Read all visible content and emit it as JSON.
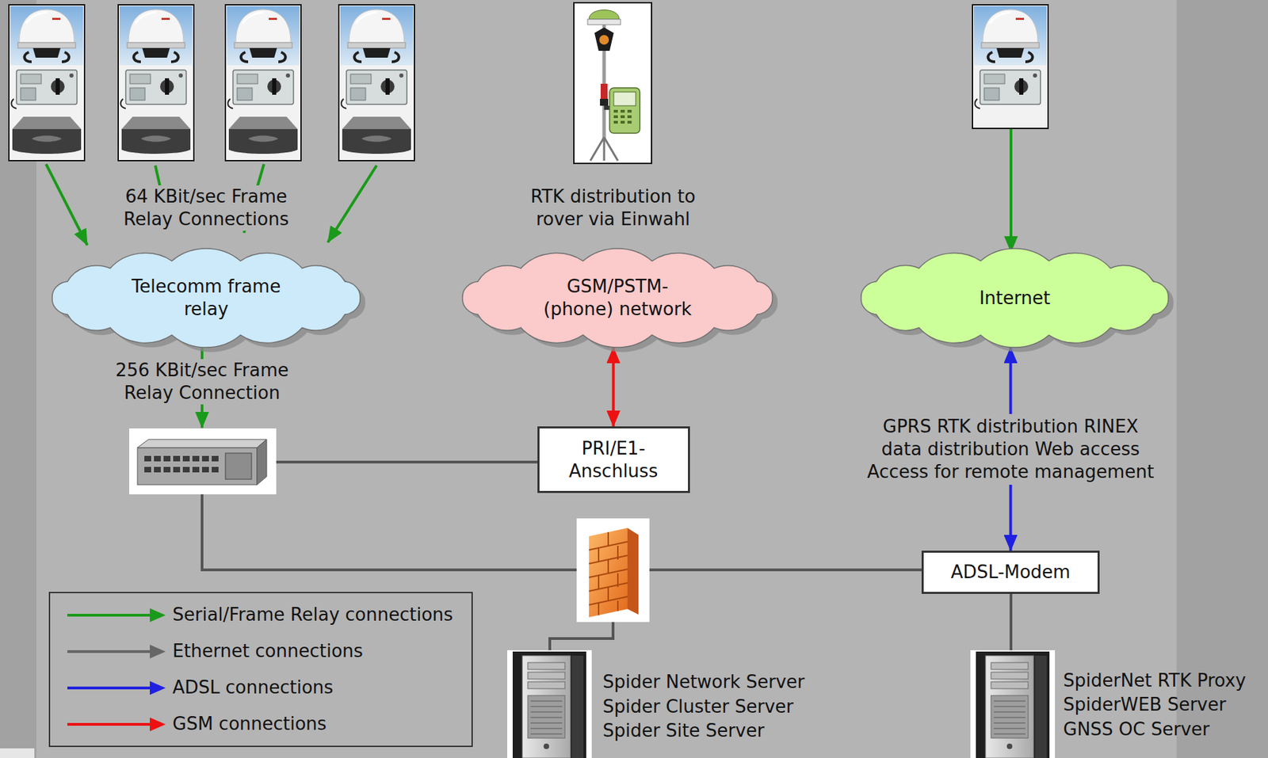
{
  "diagram": {
    "nodes": [
      {
        "text": [
          "Telecomm frame relay"
        ]
      },
      {
        "text": [
          "GSM/PSTM- (phone) network"
        ]
      },
      {
        "text": [
          "Internet"
        ]
      },
      {
        "text": [
          "PRI/E1- Anschluss"
        ]
      },
      {
        "text": [
          "ADSL-Modem"
        ]
      }
    ],
    "edges": [
      {
        "from": 1,
        "to": 3,
        "arrow": "both"
      },
      {
        "from": 2,
        "to": 4,
        "arrow": "both",
        "label": "GPRS RTK distribution RINEX data distribution Web access Access for remote management"
      }
    ],
    "labels": [
      "64 KBit/sec Frame Relay Connections",
      "RTK distribution to rover via Einwahl",
      "256 KBit/sec Frame Relay Connection",
      "Spider Network Server",
      "Spider Cluster Server",
      "Spider Site Server",
      "SpiderNet RTK Proxy",
      "SpiderWEB Server",
      "GNSS OC Server"
    ],
    "legend": [
      {
        "text": "Serial/Frame Relay connections",
        "color": "#1a9a1a"
      },
      {
        "text": "Ethernet connections",
        "color": "#666666"
      },
      {
        "text": "ADSL connections",
        "color": "#2020e0"
      },
      {
        "text": "GSM connections",
        "color": "#ee1111"
      }
    ]
  }
}
